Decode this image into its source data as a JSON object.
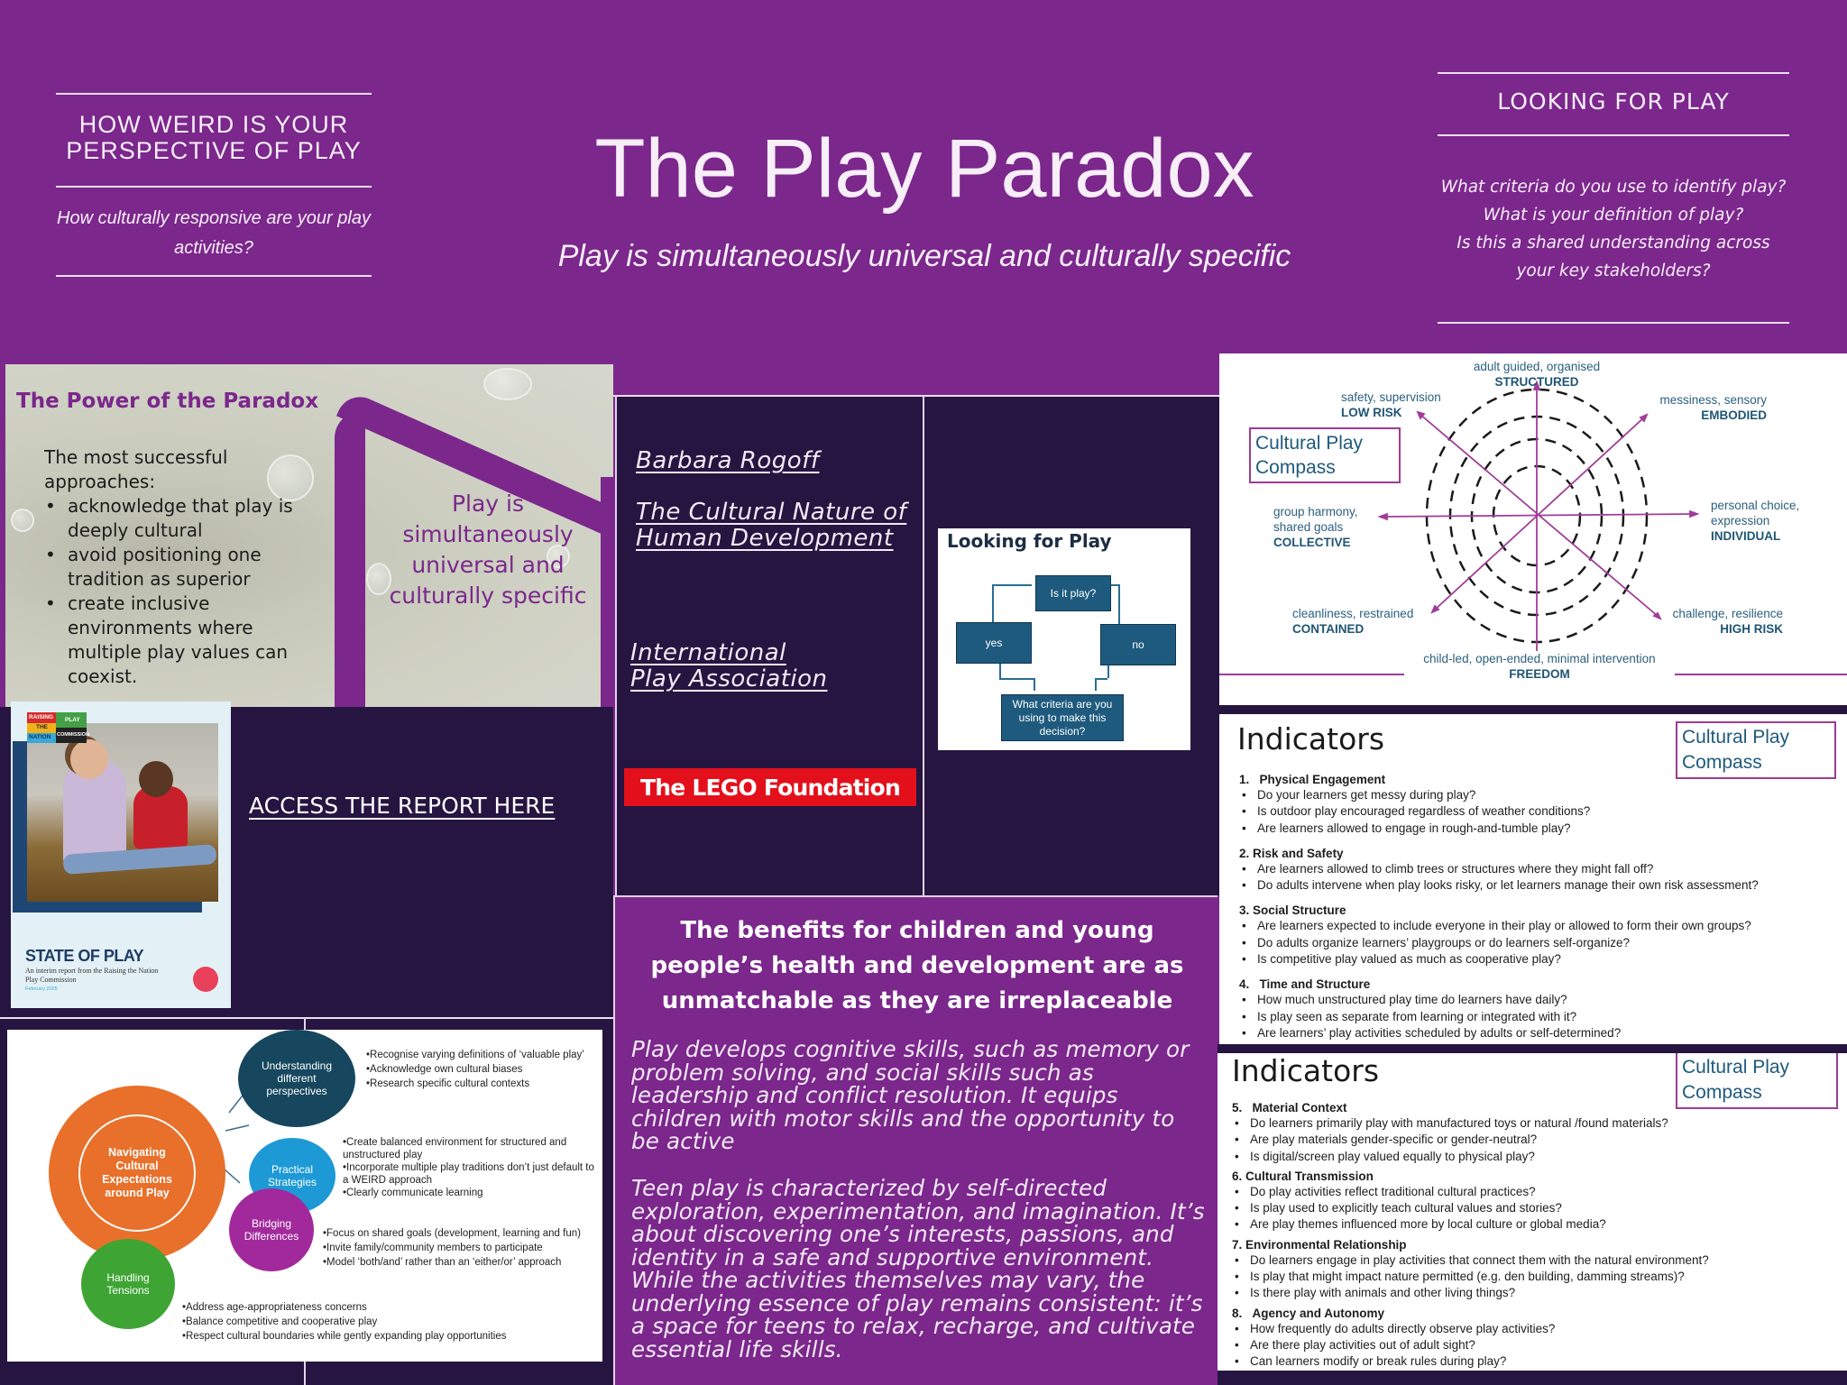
{
  "header": {
    "left_panel": {
      "title": "HOW WEIRD IS YOUR PERSPECTIVE OF PLAY",
      "question": "How culturally responsive are your play activities?"
    },
    "title": "The Play Paradox",
    "subtitle": "Play is simultaneously universal and culturally specific",
    "right_panel": {
      "title": "LOOKING FOR PLAY",
      "questions": [
        "What criteria do you use to identify play?",
        "What is your definition of play?",
        "Is this a shared understanding across",
        "your key stakeholders?"
      ]
    }
  },
  "power_slide": {
    "title": "The Power of the Paradox",
    "intro": "The most successful approaches:",
    "bullets": [
      "acknowledge that play is deeply cultural",
      "avoid positioning one tradition as superior",
      "create inclusive environments where multiple play values can coexist."
    ],
    "callout": "Play is simultaneously universal and culturally specific"
  },
  "report": {
    "logo": {
      "left": [
        "RAISING",
        "THE",
        "NATION"
      ],
      "right": [
        "PLAY",
        "COMMISSION"
      ]
    },
    "cover_title": "STATE OF PLAY",
    "cover_subtitle": "An interim report from the Raising the Nation Play Commission",
    "cover_date": "February 2025",
    "link_label": "ACCESS THE REPORT HERE"
  },
  "resources": {
    "links": [
      {
        "label": "Barbara Rogoff"
      },
      {
        "label": "The Cultural Nature of Human Development",
        "lines": [
          "The Cultural Nature of",
          "Human Development"
        ]
      },
      {
        "label": "International Play Association",
        "lines": [
          "International",
          "Play Association"
        ]
      }
    ],
    "lego_label": "The LEGO Foundation"
  },
  "flowchart": {
    "title": "Looking for Play",
    "question": "Is it play?",
    "yes": "yes",
    "no": "no",
    "outcome": "What criteria are you using to make this decision?"
  },
  "compass": {
    "title": "Cultural Play Compass",
    "axes": [
      {
        "position": "top",
        "desc": "adult guided, organised",
        "label": "STRUCTURED"
      },
      {
        "position": "top-left",
        "desc": "safety, supervision",
        "label": "LOW RISK"
      },
      {
        "position": "top-right",
        "desc": "messiness, sensory",
        "label": "EMBODIED"
      },
      {
        "position": "left",
        "desc": "group harmony, shared goals",
        "label": "COLLECTIVE"
      },
      {
        "position": "right",
        "desc": "personal choice, expression",
        "label": "INDIVIDUAL"
      },
      {
        "position": "bottom-left",
        "desc": "cleanliness, restrained",
        "label": "CONTAINED"
      },
      {
        "position": "bottom-right",
        "desc": "challenge, resilience",
        "label": "HIGH RISK"
      },
      {
        "position": "bottom",
        "desc": "child-led, open-ended, minimal intervention",
        "label": "FREEDOM"
      }
    ],
    "accent_color": "#9c3d94",
    "text_color": "#1f5574"
  },
  "indicators_1": {
    "title": "Indicators",
    "badge": "Cultural Play Compass",
    "sections": [
      {
        "num": "1.",
        "title": "Physical Engagement",
        "questions": [
          "Do your learners get messy during play?",
          "Is outdoor play encouraged regardless of weather conditions?",
          "Are learners allowed to engage in rough-and-tumble play?"
        ]
      },
      {
        "num": "2.",
        "title": "Risk and Safety",
        "questions": [
          "Are learners allowed to climb trees or structures where they  might fall off?",
          "Do adults intervene when play looks risky, or let learners manage their own risk assessment?"
        ]
      },
      {
        "num": "3.",
        "title": "Social Structure",
        "questions": [
          "Are learners expected to include everyone in their play or allowed to form their own groups?",
          "Do adults organize learners’ playgroups or do learners self-organize?",
          "Is competitive play valued as much as cooperative play?"
        ]
      },
      {
        "num": "4.",
        "title": "Time and Structure",
        "questions": [
          "How much unstructured play time do learners have daily?",
          "Is play seen as separate from learning or integrated with it?",
          "Are learners’ play activities scheduled by adults or self-determined?"
        ]
      }
    ]
  },
  "indicators_2": {
    "title": "Indicators",
    "badge": "Cultural Play Compass",
    "sections": [
      {
        "num": "5.",
        "title": "Material Context",
        "questions": [
          "Do learners primarily play with manufactured toys or natural /found materials?",
          "Are play materials gender-specific or gender-neutral?",
          "Is digital/screen play valued equally to physical play?"
        ]
      },
      {
        "num": "6.",
        "title": "Cultural Transmission",
        "questions": [
          "Do play activities reflect traditional cultural practices?",
          "Is play used to explicitly teach cultural values and stories?",
          "Are play themes influenced more by local culture or global media?"
        ]
      },
      {
        "num": "7.",
        "title": "Environmental Relationship",
        "questions": [
          "Do learners engage in play activities that connect them with the natural environment?",
          "Is play that might impact nature permitted (e.g. den building, damming streams)?",
          "Is there play with animals and other living things?"
        ]
      },
      {
        "num": "8.",
        "title": "Agency and Autonomy",
        "questions": [
          "How frequently do adults directly observe play activities?",
          "Are there play activities out of adult sight?",
          "Can learners modify or break rules during play?"
        ]
      }
    ]
  },
  "benefits": {
    "heading": "The benefits for children and young people’s health and development are as unmatchable as they are irreplaceable",
    "paragraph_1": "Play develops cognitive skills, such as memory or problem solving, and social skills such as leadership and conflict resolution. It equips children with motor skills and the opportunity to be active",
    "paragraph_2": "Teen play is characterized by self-directed exploration, experimentation, and imagination. It’s about discovering one’s interests, passions, and identity in a safe and supportive environment. While the activities themselves may vary, the underlying essence of play remains consistent: it’s a space for teens to relax, recharge, and cultivate essential life skills."
  },
  "mindmap": {
    "center": "Navigating Cultural Expectations around Play",
    "branches": [
      {
        "label": "Understanding different perspectives",
        "color": "#16475f",
        "points": [
          "•Recognise varying definitions of ‘valuable play’",
          "•Acknowledge own cultural biases",
          "•Research specific cultural contexts"
        ]
      },
      {
        "label": "Practical Strategies",
        "color": "#1d9ad6",
        "points": [
          "•Create balanced environment for structured and unstructured play",
          "•Incorporate multiple play traditions don’t just default to a WEIRD approach",
          "•Clearly communicate learning"
        ]
      },
      {
        "label": "Bridging Differences",
        "color": "#a2299c",
        "points": [
          "•Focus on shared goals (development, learning and fun)",
          "•Invite family/community members to participate",
          "•Model  ‘both/and’ rather than an ‘either/or’ approach"
        ]
      },
      {
        "label": "Handling Tensions",
        "color": "#3ea534",
        "points": [
          "•Address age-appropriateness concerns",
          "•Balance competitive and cooperative play",
          "•Respect cultural boundaries while gently expanding play opportunities"
        ]
      }
    ],
    "center_color": "#e8702a"
  },
  "colors": {
    "background": "#7b278c",
    "dark_panel": "#261541",
    "lego_red": "#e3101b",
    "text_light": "#f7eef8"
  }
}
